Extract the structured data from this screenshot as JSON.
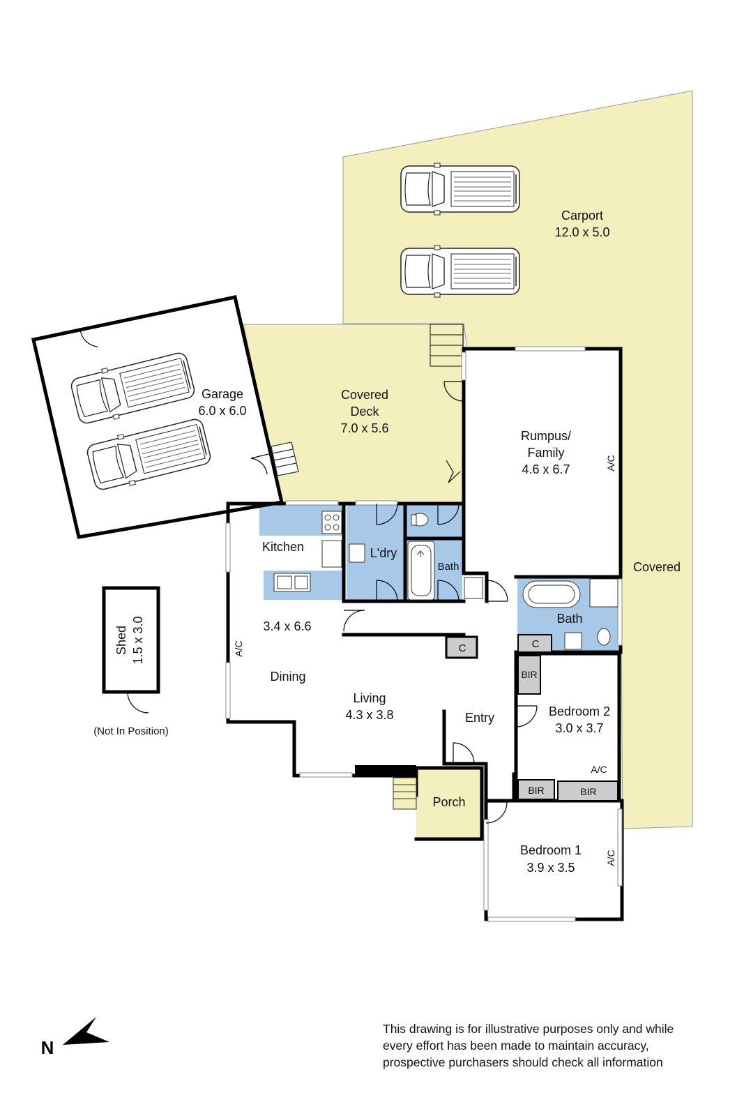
{
  "rooms": {
    "carport": {
      "name": "Carport",
      "size": "12.0 x 5.0"
    },
    "garage": {
      "name": "Garage",
      "size": "6.0 x 6.0"
    },
    "covered_deck": {
      "name1": "Covered",
      "name2": "Deck",
      "size": "7.0 x 5.6"
    },
    "rumpus": {
      "name1": "Rumpus/",
      "name2": "Family",
      "size": "4.6 x 6.7"
    },
    "covered_side": {
      "name": "Covered"
    },
    "kitchen": {
      "name": "Kitchen",
      "size": "3.4 x 6.6"
    },
    "laundry": {
      "name": "L'dry"
    },
    "bath_small": {
      "name": "Bath"
    },
    "bath_main": {
      "name": "Bath"
    },
    "dining": {
      "name": "Dining"
    },
    "living": {
      "name": "Living",
      "size": "4.3 x 3.8"
    },
    "entry": {
      "name": "Entry"
    },
    "bedroom2": {
      "name": "Bedroom 2",
      "size": "3.0 x 3.7"
    },
    "bedroom1": {
      "name": "Bedroom 1",
      "size": "3.9 x 3.5"
    },
    "porch": {
      "name": "Porch"
    },
    "shed": {
      "name": "Shed",
      "size": "1.5 x 3.0",
      "note": "(Not In Position)"
    }
  },
  "fixtures": {
    "ac": "A/C",
    "cupboard": "C",
    "bir": "BIR"
  },
  "north_label": "N",
  "disclaimer": [
    "This drawing is for illustrative purposes only and while",
    "every effort has been made to maintain accuracy,",
    "prospective purchasers should check all information"
  ],
  "colors": {
    "outdoor": "#f4f0bd",
    "wet_area": "#a8c8e8",
    "grey": "#cccccc",
    "wall": "#000000"
  }
}
